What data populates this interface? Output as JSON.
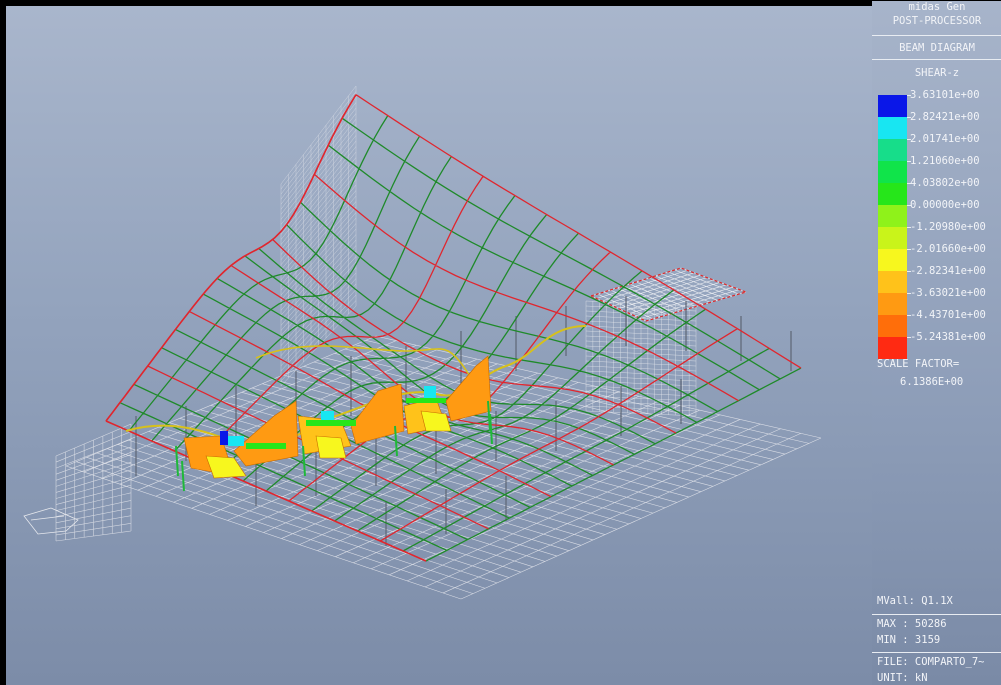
{
  "app": {
    "name": "midas Gen",
    "mode": "POST-PROCESSOR",
    "diagram": "BEAM DIAGRAM",
    "component": "SHEAR-z"
  },
  "legend": {
    "entries": [
      {
        "label": "3.63101e+00",
        "color": "#0a17e8"
      },
      {
        "label": "2.82421e+00",
        "color": "#18e6f2"
      },
      {
        "label": "2.01741e+00",
        "color": "#17dd8a"
      },
      {
        "label": "1.21060e+00",
        "color": "#10e44a"
      },
      {
        "label": "4.03802e+00",
        "color": "#26e61a"
      },
      {
        "label": "0.00000e+00",
        "color": "#8ff21a"
      },
      {
        "label": "-1.20980e+00",
        "color": "#c9f41a"
      },
      {
        "label": "-2.01660e+00",
        "color": "#f7f71e"
      },
      {
        "label": "-2.82341e+00",
        "color": "#ffc21a"
      },
      {
        "label": "-3.63021e+00",
        "color": "#ff9a12"
      },
      {
        "label": "-4.43701e+00",
        "color": "#ff6e0a"
      },
      {
        "label": "-5.24381e+00",
        "color": "#ff2a12"
      }
    ]
  },
  "scale": {
    "label": "SCALE FACTOR=",
    "value": "6.1386E+00"
  },
  "footer": {
    "load_case": "MVall: Q1.1X",
    "max": "MAX : 50286",
    "min": "MIN : 3159",
    "file": "FILE: COMPARTO_7~",
    "unit": "UNIT: kN"
  }
}
